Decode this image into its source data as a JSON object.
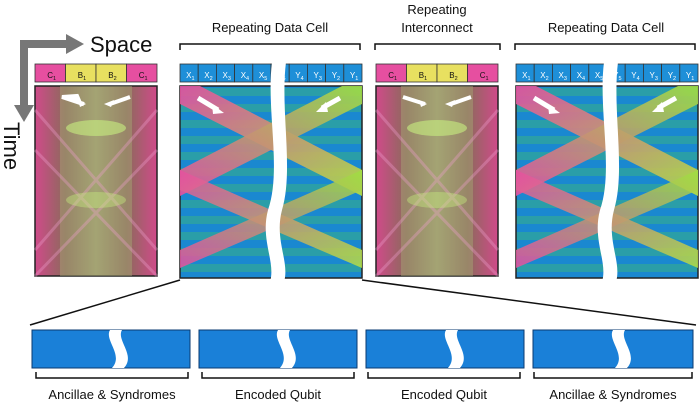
{
  "axes": {
    "space": "Space",
    "time": "Time"
  },
  "headers": {
    "data_cell_left": "Repeating Data Cell",
    "interconnect_line1": "Repeating",
    "interconnect_line2": "Interconnect",
    "data_cell_right": "Repeating Data Cell"
  },
  "interconnect_cells": [
    "C",
    "B",
    "B",
    "C"
  ],
  "interconnect_subs": [
    "1",
    "1",
    "2",
    "1"
  ],
  "data_cells": [
    "X",
    "X",
    "X",
    "X",
    "X",
    "Y",
    "Y",
    "Y",
    "Y",
    "Y"
  ],
  "data_subs": [
    "1",
    "2",
    "3",
    "4",
    "5",
    "5",
    "4",
    "3",
    "2",
    "1"
  ],
  "bottom_labels": [
    "Ancillae & Syndromes",
    "Encoded Qubit",
    "Encoded Qubit",
    "Ancillae & Syndromes"
  ],
  "colors": {
    "pink": "#e64fa0",
    "yellow": "#e8e060",
    "blue": "#1e8fd8",
    "green": "#8fe03a",
    "teal": "#2aa8a0"
  }
}
